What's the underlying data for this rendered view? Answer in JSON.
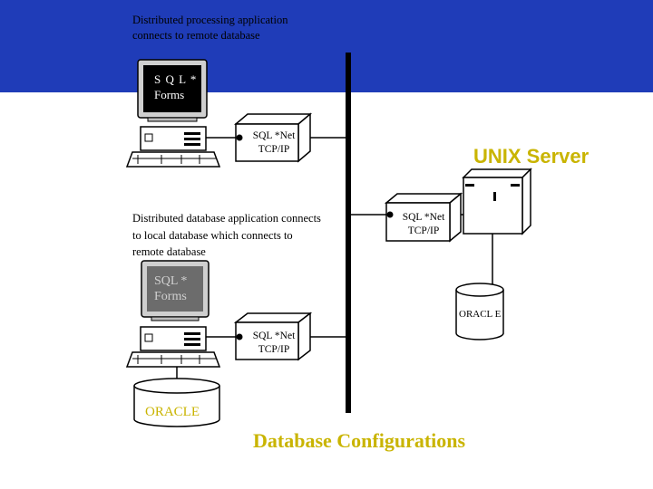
{
  "captions": {
    "top": "Distributed processing application connects to remote database",
    "middle": "Distributed database application connects to local database which connects to remote database"
  },
  "screens": {
    "top": {
      "line1": "S Q L *",
      "line2": "Forms"
    },
    "bottom": {
      "line1": "SQL *",
      "line2": "Forms"
    }
  },
  "net_boxes": {
    "top": {
      "line1": "SQL *Net",
      "line2": "TCP/IP"
    },
    "server": {
      "line1": "SQL *Net",
      "line2": "TCP/IP"
    },
    "bottom": {
      "line1": "SQL *Net",
      "line2": "TCP/IP"
    }
  },
  "labels": {
    "unix_server": "UNIX Server",
    "oracle_local": "ORACLE",
    "oracle_server": "ORACL E",
    "title": "Database Configurations"
  },
  "colors": {
    "band": "#1f3cb8",
    "accent_text": "#c9b400",
    "screen_text": "#ffffff",
    "screen_text_faded": "#d0d0d0"
  }
}
